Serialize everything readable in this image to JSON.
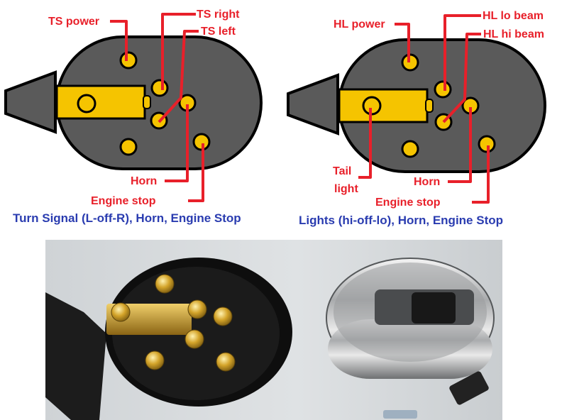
{
  "diagram_left": {
    "labels": {
      "ts_power": "TS power",
      "ts_right": "TS right",
      "ts_left": "TS left",
      "horn": "Horn",
      "engine_stop": "Engine stop"
    },
    "caption": "Turn Signal (L-off-R), Horn, Engine Stop"
  },
  "diagram_right": {
    "labels": {
      "hl_power": "HL power",
      "hl_lo_beam": "HL lo beam",
      "hl_hi_beam": "HL hi beam",
      "tail": "Tail",
      "light": "light",
      "horn": "Horn",
      "engine_stop": "Engine stop"
    },
    "caption": "Lights (hi-off-lo), Horn, Engine Stop"
  },
  "colors": {
    "label": "#e8202a",
    "caption": "#2a3cb0",
    "body": "#5a5a5a",
    "pin": "#f5c400"
  }
}
